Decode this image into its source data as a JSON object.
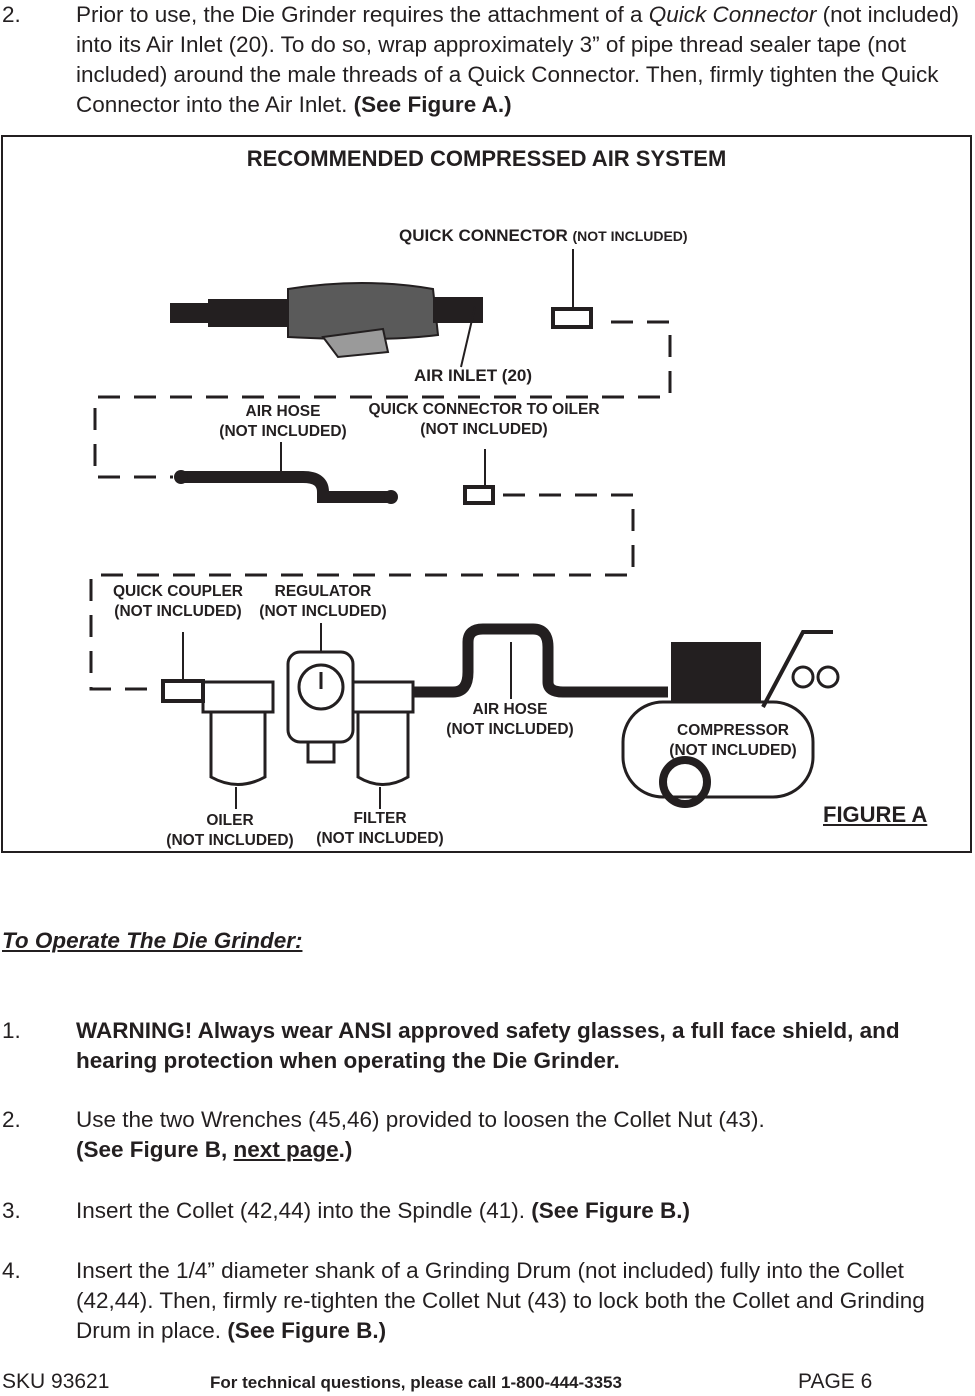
{
  "intro_step": {
    "number": "2.",
    "text_1": "Prior to use, the Die Grinder requires the attachment of a ",
    "text_italic": "Quick Connector",
    "text_2": " (not included) into its Air Inlet (20).  To do so, wrap approximately 3” of pipe thread sealer tape (not included) around the male threads of a Quick Connector.  Then, firmly tighten the Quick Connector into the Air Inlet.  ",
    "text_bold": "(See Figure A.)"
  },
  "figure": {
    "title": "RECOMMENDED COMPRESSED AIR SYSTEM",
    "caption": "FIGURE A",
    "labels": {
      "quick_connector": "QUICK CONNECTOR",
      "quick_connector_note": "(NOT INCLUDED)",
      "air_inlet": "AIR INLET (20)",
      "air_hose_top": "AIR HOSE",
      "air_hose_top_note": "(NOT INCLUDED)",
      "qc_to_oiler": "QUICK CONNECTOR TO OILER",
      "qc_to_oiler_note": "(NOT INCLUDED)",
      "quick_coupler": "QUICK COUPLER",
      "quick_coupler_note": "(NOT INCLUDED)",
      "regulator": "REGULATOR",
      "regulator_note": "(NOT INCLUDED)",
      "air_hose_bottom": "AIR HOSE",
      "air_hose_bottom_note": "(NOT INCLUDED)",
      "compressor": "COMPRESSOR",
      "compressor_note": "(NOT INCLUDED)",
      "oiler": "OILER",
      "oiler_note": "(NOT INCLUDED)",
      "filter": "FILTER",
      "filter_note": "(NOT INCLUDED)"
    }
  },
  "section_heading": "To Operate The Die Grinder:",
  "steps": [
    {
      "number": "1.",
      "bold_text": "WARNING!   Always wear ANSI approved safety glasses, a full face shield, and hearing protection when operating the Die Grinder."
    },
    {
      "number": "2.",
      "text": "Use the two Wrenches (45,46) provided to loosen the Collet Nut (43).",
      "ref_prefix": "(See Figure B, ",
      "ref_link": "next page",
      "ref_suffix": ".)"
    },
    {
      "number": "3.",
      "text": "Insert the Collet (42,44) into the Spindle (41).  ",
      "ref": "(See Figure B.)"
    },
    {
      "number": "4.",
      "text": "Insert the 1/4” diameter shank of a Grinding Drum (not included) fully  into the Collet (42,44).  Then, firmly re-tighten the Collet Nut (43) to lock both the Collet and Grinding Drum in place.  ",
      "ref": "(See Figure B.)"
    }
  ],
  "footer": {
    "sku": "SKU 93621",
    "tech_support": "For technical questions, please call 1-800-444-3353",
    "page": "PAGE 6"
  }
}
